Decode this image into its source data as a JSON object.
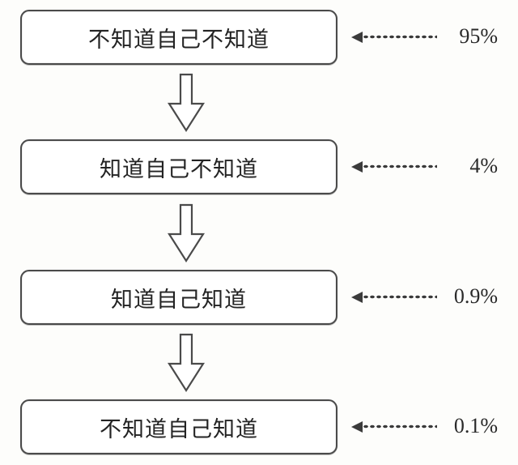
{
  "diagram": {
    "type": "flow",
    "background_color": "#fdfdfb",
    "stroke_color": "#4a4a4a",
    "text_color": "#232323",
    "stages": [
      {
        "label": "不知道自己不知道",
        "percent": "95%"
      },
      {
        "label": "知道自己不知道",
        "percent": "4%"
      },
      {
        "label": "知道自己知道",
        "percent": "0.9%"
      },
      {
        "label": "不知道自己知道",
        "percent": "0.1%"
      }
    ],
    "flow_arrows": [
      {
        "name": "down-arrow-1"
      },
      {
        "name": "down-arrow-2"
      },
      {
        "name": "down-arrow-3"
      }
    ]
  },
  "chart_data": {
    "type": "bar",
    "title": "",
    "categories": [
      "不知道自己不知道",
      "知道自己不知道",
      "知道自己知道",
      "不知道自己知道"
    ],
    "values": [
      95,
      4,
      0.9,
      0.1
    ],
    "value_labels": [
      "95%",
      "4%",
      "0.9%",
      "0.1%"
    ],
    "xlabel": "",
    "ylabel": "",
    "ylim": [
      0,
      100
    ]
  }
}
